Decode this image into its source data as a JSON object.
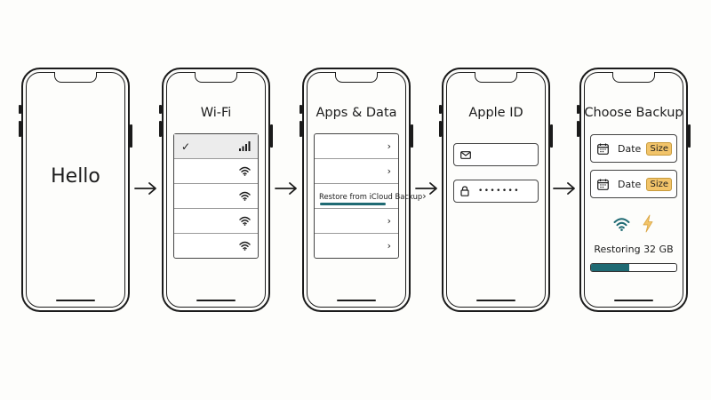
{
  "screens": [
    {
      "id": "hello",
      "text": "Hello"
    },
    {
      "id": "wifi",
      "title": "Wi-Fi",
      "selected_mark": "✓",
      "network_count": 5
    },
    {
      "id": "apps_data",
      "title": "Apps & Data",
      "options": [
        "",
        "",
        "Restore from iCloud Backup",
        "",
        ""
      ],
      "highlighted_option": "Restore from iCloud Backup"
    },
    {
      "id": "apple_id",
      "title": "Apple ID",
      "email_value": "",
      "password_value": "•••••••"
    },
    {
      "id": "choose_backup",
      "title": "Choose Backup",
      "backups": [
        {
          "date_label": "Date",
          "size_label": "Size"
        },
        {
          "date_label": "Date",
          "size_label": "Size"
        }
      ],
      "status_text": "Restoring 32 GB",
      "progress_fraction": 0.45
    }
  ],
  "icons": [
    "wifi-icon",
    "lightning-icon",
    "calendar-icon",
    "mail-icon",
    "lock-icon",
    "checkmark-icon",
    "signal-bars-icon",
    "chevron-right-icon",
    "arrow-right-icon"
  ],
  "colors": {
    "accent": "#1f6a73",
    "badge": "#f2c46a",
    "ink": "#1b1b1b"
  }
}
